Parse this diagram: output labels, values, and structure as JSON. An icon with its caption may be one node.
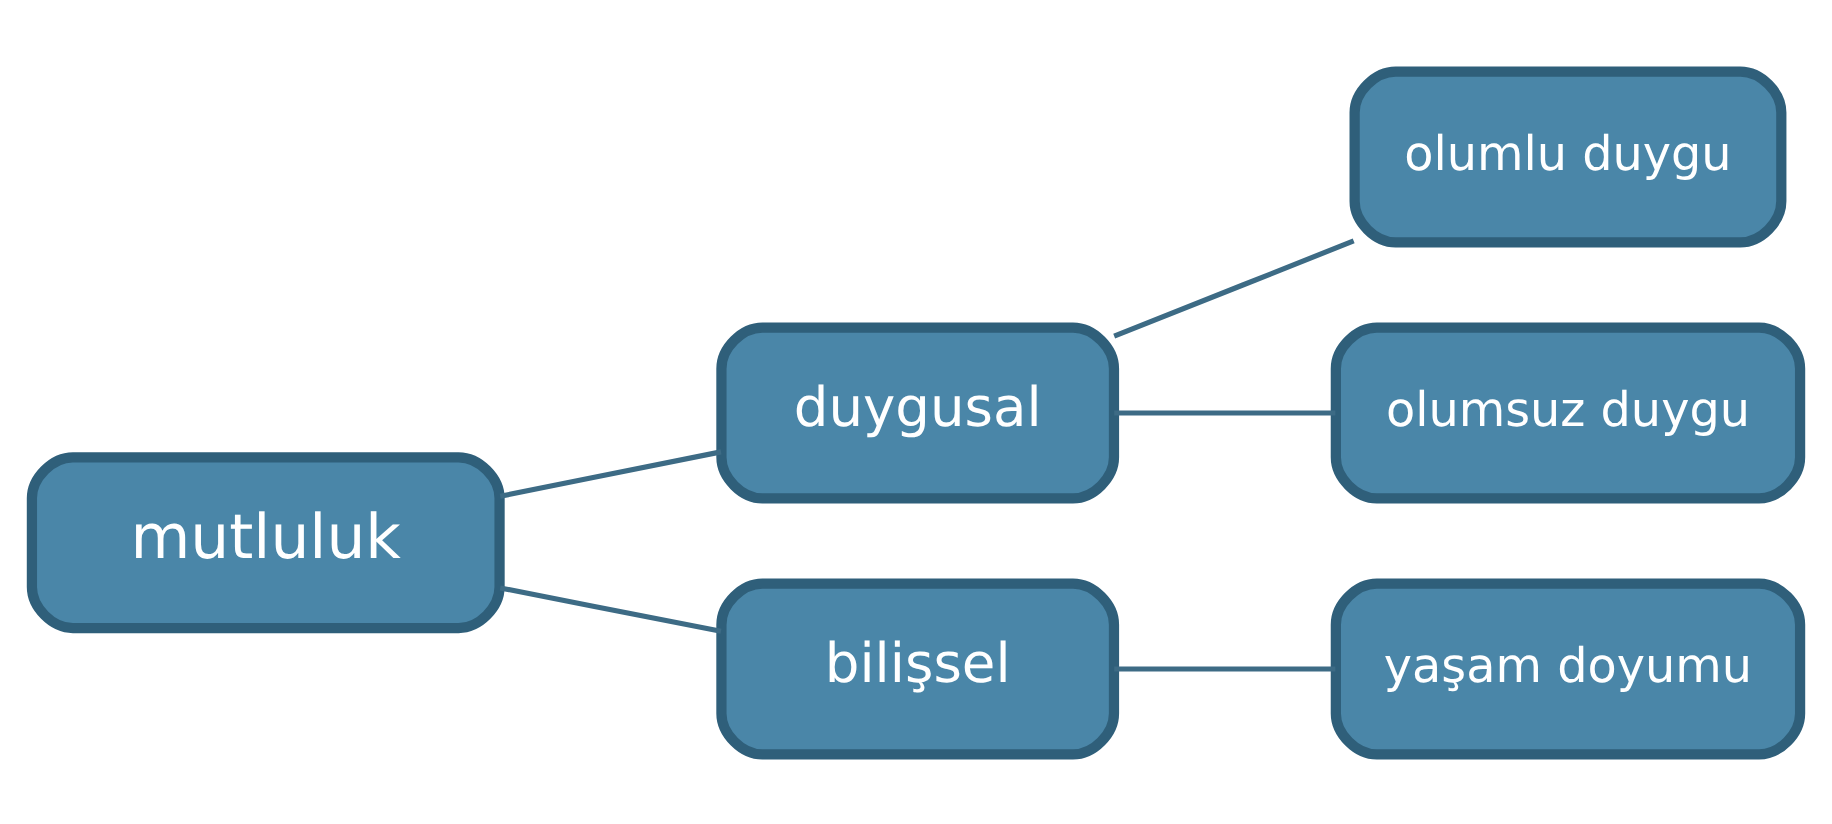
{
  "diagram": {
    "nodes": [
      {
        "text": [
          "mutluluk"
        ]
      },
      {
        "text": [
          "duygusal"
        ]
      },
      {
        "text": [
          "bilişsel"
        ]
      },
      {
        "text": [
          "olumlu duygu"
        ]
      },
      {
        "text": [
          "olumsuz duygu"
        ]
      },
      {
        "text": [
          "yaşam doyumu"
        ]
      }
    ],
    "edges": [
      {
        "from": 0,
        "to": 1,
        "arrow": "none"
      },
      {
        "from": 0,
        "to": 2,
        "arrow": "none"
      },
      {
        "from": 1,
        "to": 3,
        "arrow": "none"
      },
      {
        "from": 1,
        "to": 4,
        "arrow": "none"
      },
      {
        "from": 2,
        "to": 5,
        "arrow": "none"
      }
    ]
  }
}
